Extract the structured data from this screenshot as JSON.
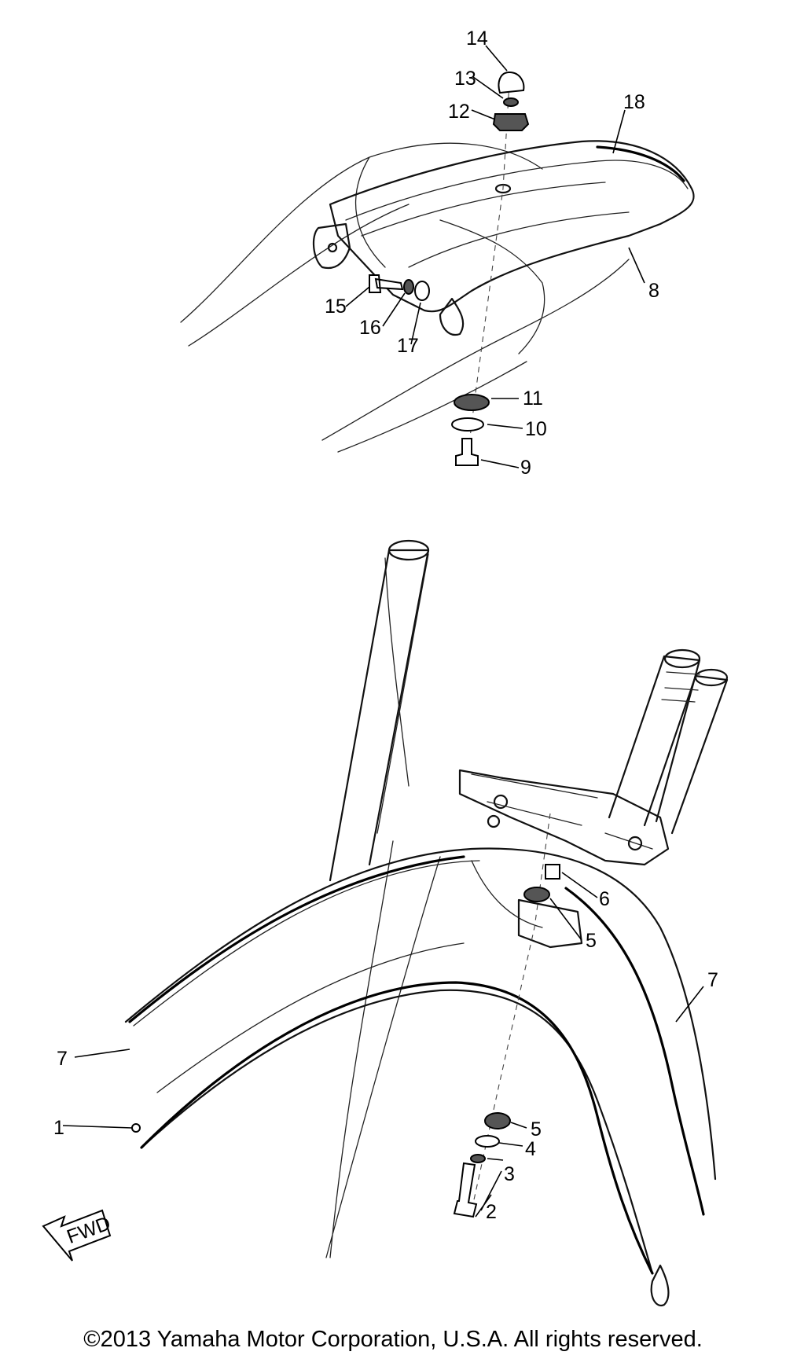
{
  "callouts": {
    "c1": "1",
    "c2": "2",
    "c3": "3",
    "c4": "4",
    "c5a": "5",
    "c5b": "5",
    "c6": "6",
    "c7a": "7",
    "c7b": "7",
    "c8": "8",
    "c9": "9",
    "c10": "10",
    "c11": "11",
    "c12": "12",
    "c13": "13",
    "c14": "14",
    "c15": "15",
    "c16": "16",
    "c17": "17",
    "c18": "18"
  },
  "fwd_label": "FWD",
  "copyright": "©2013 Yamaha Motor Corporation, U.S.A. All rights reserved.",
  "colors": {
    "line": "#000000",
    "background": "#ffffff"
  }
}
